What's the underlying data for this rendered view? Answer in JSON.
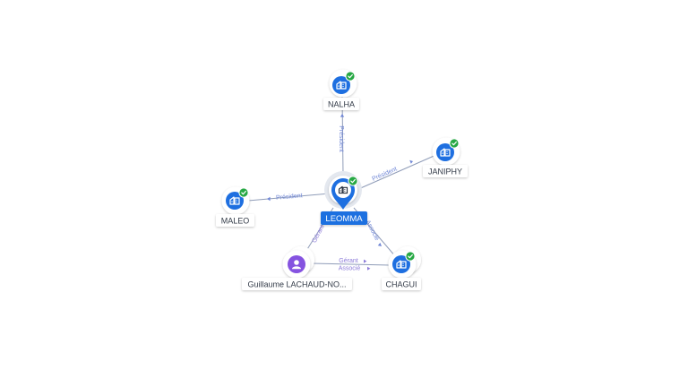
{
  "colors": {
    "company": "#1e6fe0",
    "center": "#1e6fe0",
    "person": "#8553e0",
    "active_badge": "#27a844",
    "edge": "#8f9cb8",
    "edge_label": "#6f86d6",
    "person_edge_label": "#8c7bd8"
  },
  "center_node": {
    "name": "LEOMMA",
    "icon": "building-icon",
    "status": "active"
  },
  "nodes": {
    "nalha": {
      "name": "NALHA",
      "icon": "building-icon",
      "status": "active"
    },
    "janiphy": {
      "name": "JANIPHY",
      "icon": "building-icon",
      "status": "active"
    },
    "maleo": {
      "name": "MALEO",
      "icon": "building-icon",
      "status": "active"
    },
    "chagui": {
      "name": "CHAGUI",
      "icon": "building-icon",
      "status": "active"
    },
    "person": {
      "name": "Guillaume LACHAUD-NO...",
      "icon": "person-icon"
    }
  },
  "edges": {
    "leomma_nalha": {
      "label": "Président"
    },
    "leomma_janiphy": {
      "label": "Président"
    },
    "leomma_maleo": {
      "label": "Président"
    },
    "leomma_chagui": {
      "label": "Associé"
    },
    "person_leomma": {
      "label": "Gérant"
    },
    "person_chagui": {
      "label_1": "Gérant",
      "label_2": "Associé"
    }
  }
}
